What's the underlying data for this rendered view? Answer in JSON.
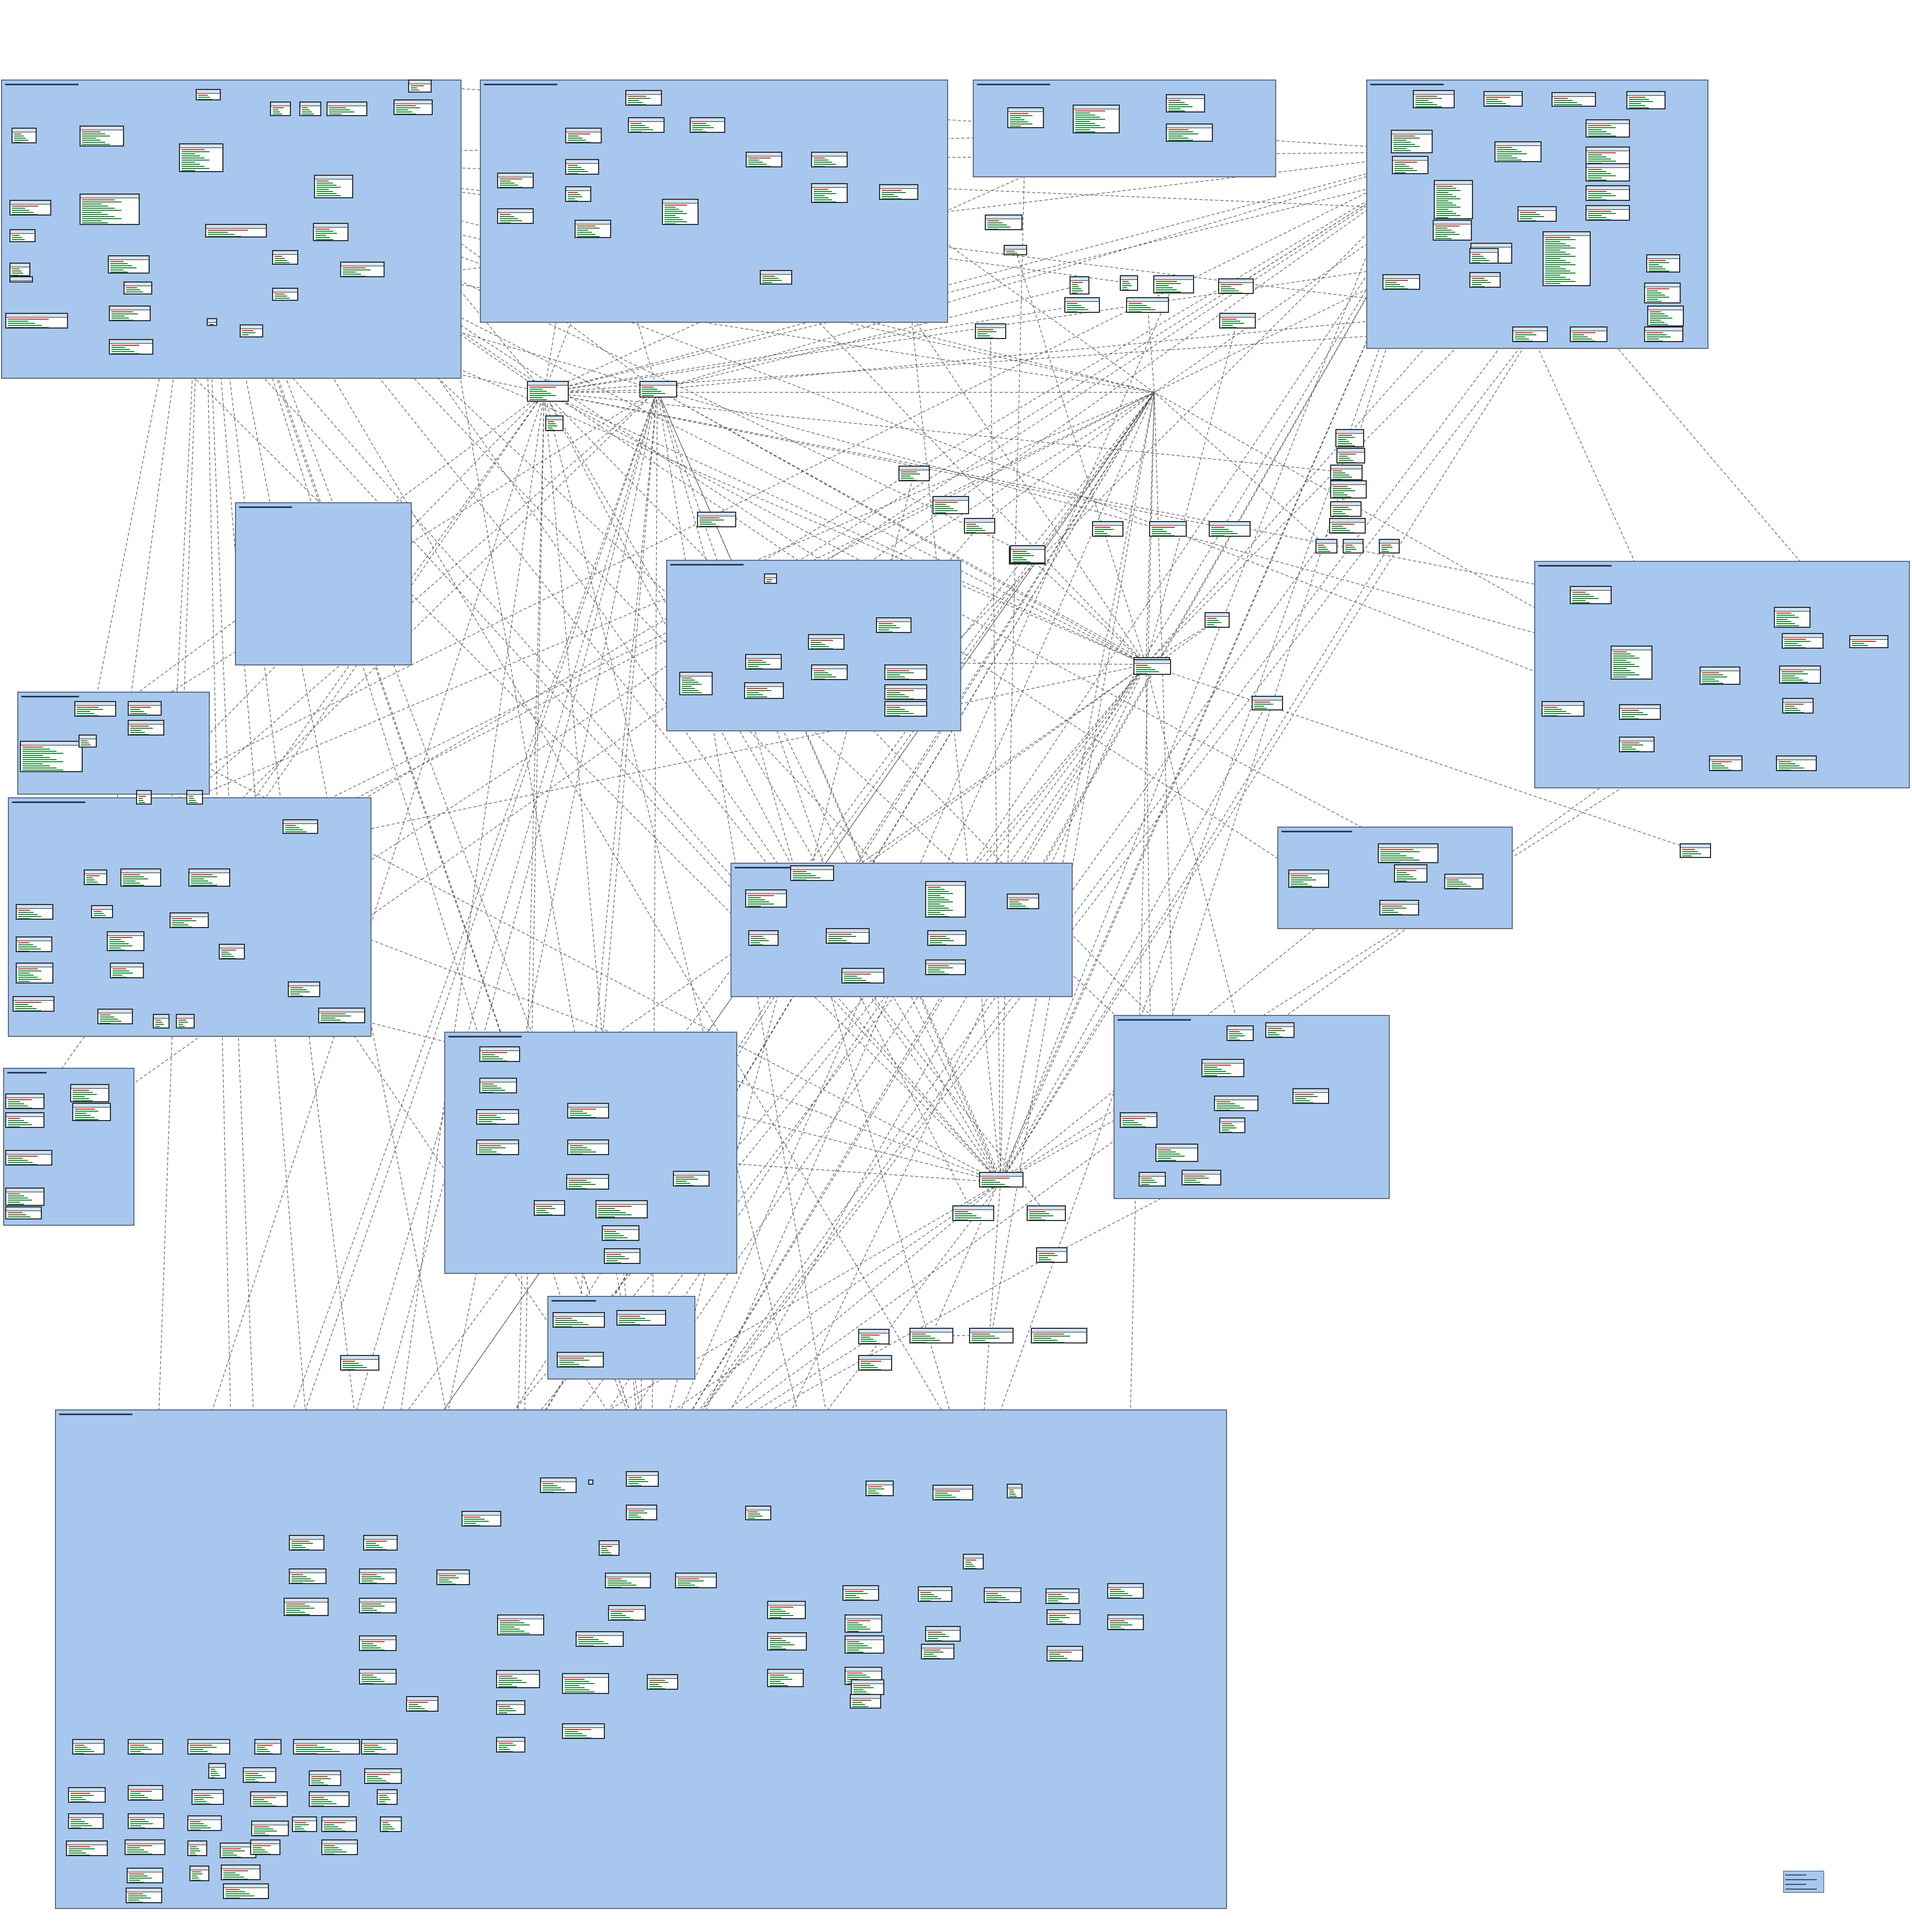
{
  "diagram": {
    "type": "entity-relationship-overview",
    "area_fill": "#a7c7ee",
    "area_border": "#5d6b80",
    "table_fill": "#ffffff",
    "table_header": "#cfe3f6",
    "link_color": "#555555",
    "key_color": "#c0392b",
    "field_color": "#1f8a3a"
  },
  "areas": [
    {
      "id": "a1"
    },
    {
      "id": "a2"
    },
    {
      "id": "a3"
    },
    {
      "id": "a4"
    },
    {
      "id": "a5"
    },
    {
      "id": "a6"
    },
    {
      "id": "a7"
    },
    {
      "id": "a8"
    },
    {
      "id": "a9"
    },
    {
      "id": "a10"
    },
    {
      "id": "a11"
    },
    {
      "id": "a12"
    },
    {
      "id": "a13"
    },
    {
      "id": "a14"
    },
    {
      "id": "a15"
    },
    {
      "id": "a16"
    },
    {
      "id": "a17"
    }
  ],
  "legend": {
    "rows": 4
  }
}
